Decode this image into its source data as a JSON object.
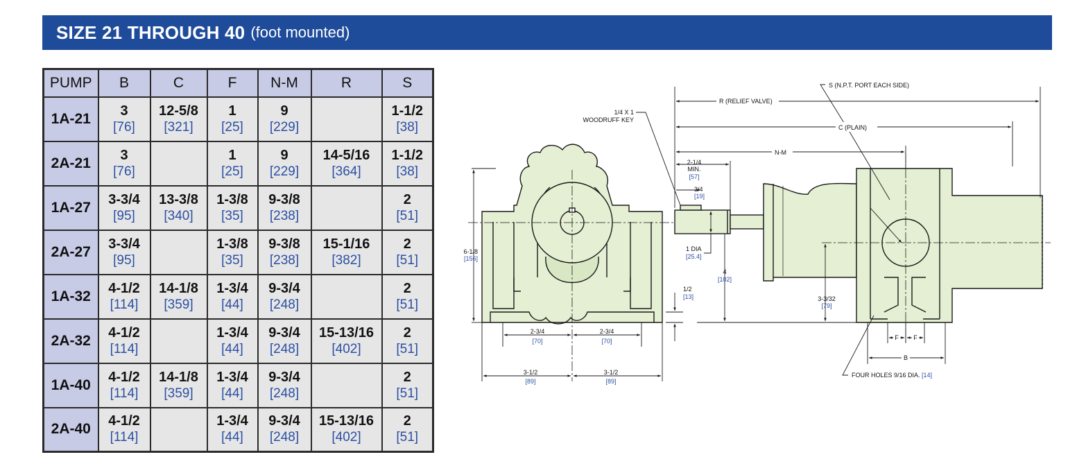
{
  "banner": {
    "title": "SIZE 21 THROUGH 40",
    "subtitle": "(foot mounted)"
  },
  "table": {
    "headers": [
      "PUMP",
      "B",
      "C",
      "F",
      "N-M",
      "R",
      "S"
    ],
    "rows": [
      {
        "pump": "1A-21",
        "cells": [
          {
            "in": "3",
            "mm": "[76]"
          },
          {
            "in": "12-5/8",
            "mm": "[321]"
          },
          {
            "in": "1",
            "mm": "[25]"
          },
          {
            "in": "9",
            "mm": "[229]"
          },
          {
            "in": "",
            "mm": ""
          },
          {
            "in": "1-1/2",
            "mm": "[38]"
          }
        ]
      },
      {
        "pump": "2A-21",
        "cells": [
          {
            "in": "3",
            "mm": "[76]"
          },
          {
            "in": "",
            "mm": ""
          },
          {
            "in": "1",
            "mm": "[25]"
          },
          {
            "in": "9",
            "mm": "[229]"
          },
          {
            "in": "14-5/16",
            "mm": "[364]"
          },
          {
            "in": "1-1/2",
            "mm": "[38]"
          }
        ]
      },
      {
        "pump": "1A-27",
        "cells": [
          {
            "in": "3-3/4",
            "mm": "[95]"
          },
          {
            "in": "13-3/8",
            "mm": "[340]"
          },
          {
            "in": "1-3/8",
            "mm": "[35]"
          },
          {
            "in": "9-3/8",
            "mm": "[238]"
          },
          {
            "in": "",
            "mm": ""
          },
          {
            "in": "2",
            "mm": "[51]"
          }
        ]
      },
      {
        "pump": "2A-27",
        "cells": [
          {
            "in": "3-3/4",
            "mm": "[95]"
          },
          {
            "in": "",
            "mm": ""
          },
          {
            "in": "1-3/8",
            "mm": "[35]"
          },
          {
            "in": "9-3/8",
            "mm": "[238]"
          },
          {
            "in": "15-1/16",
            "mm": "[382]"
          },
          {
            "in": "2",
            "mm": "[51]"
          }
        ]
      },
      {
        "pump": "1A-32",
        "cells": [
          {
            "in": "4-1/2",
            "mm": "[114]"
          },
          {
            "in": "14-1/8",
            "mm": "[359]"
          },
          {
            "in": "1-3/4",
            "mm": "[44]"
          },
          {
            "in": "9-3/4",
            "mm": "[248]"
          },
          {
            "in": "",
            "mm": ""
          },
          {
            "in": "2",
            "mm": "[51]"
          }
        ]
      },
      {
        "pump": "2A-32",
        "cells": [
          {
            "in": "4-1/2",
            "mm": "[114]"
          },
          {
            "in": "",
            "mm": ""
          },
          {
            "in": "1-3/4",
            "mm": "[44]"
          },
          {
            "in": "9-3/4",
            "mm": "[248]"
          },
          {
            "in": "15-13/16",
            "mm": "[402]"
          },
          {
            "in": "2",
            "mm": "[51]"
          }
        ]
      },
      {
        "pump": "1A-40",
        "cells": [
          {
            "in": "4-1/2",
            "mm": "[114]"
          },
          {
            "in": "14-1/8",
            "mm": "[359]"
          },
          {
            "in": "1-3/4",
            "mm": "[44]"
          },
          {
            "in": "9-3/4",
            "mm": "[248]"
          },
          {
            "in": "",
            "mm": ""
          },
          {
            "in": "2",
            "mm": "[51]"
          }
        ]
      },
      {
        "pump": "2A-40",
        "cells": [
          {
            "in": "4-1/2",
            "mm": "[114]"
          },
          {
            "in": "",
            "mm": ""
          },
          {
            "in": "1-3/4",
            "mm": "[44]"
          },
          {
            "in": "9-3/4",
            "mm": "[248]"
          },
          {
            "in": "15-13/16",
            "mm": "[402]"
          },
          {
            "in": "2",
            "mm": "[51]"
          }
        ]
      }
    ]
  },
  "drawing": {
    "labels": {
      "key_1": "1/4 X 1",
      "key_2": "WOODRUFF KEY",
      "height_in": "6-1/8",
      "height_mm": "[156]",
      "half_width_in_left": "3-1/2",
      "half_width_mm_left": "[89]",
      "half_width_in_right": "3-1/2",
      "half_width_mm_right": "[89]",
      "foot_in_left": "2-3/4",
      "foot_mm_left": "[70]",
      "foot_in_right": "2-3/4",
      "foot_mm_right": "[70]",
      "s_port": "S (N.P.T. PORT EACH SIDE)",
      "r_relief": "R (RELIEF VALVE)",
      "c_plain": "C (PLAIN)",
      "nm": "N-M",
      "min_in": "2-1/4",
      "min_word": "MIN.",
      "min_mm": "[57]",
      "key_len_in": "3/4",
      "key_len_mm": "[19]",
      "dia": "1 DIA",
      "dia_mm": "[25.4]",
      "shaft_ht_in": "4",
      "shaft_ht_mm": "[102]",
      "foot_thk_in": "1/2",
      "foot_thk_mm": "[13]",
      "center_ht_in": "3-3/32",
      "center_ht_mm": "[79]",
      "f_left": "F",
      "f_right": "F",
      "b": "B",
      "holes": "FOUR HOLES 9/16 DIA.",
      "holes_mm": "[14]"
    },
    "colors": {
      "body": "#e4efd3",
      "line": "#1a1a1a",
      "mm_text": "#2b4fa3"
    }
  }
}
